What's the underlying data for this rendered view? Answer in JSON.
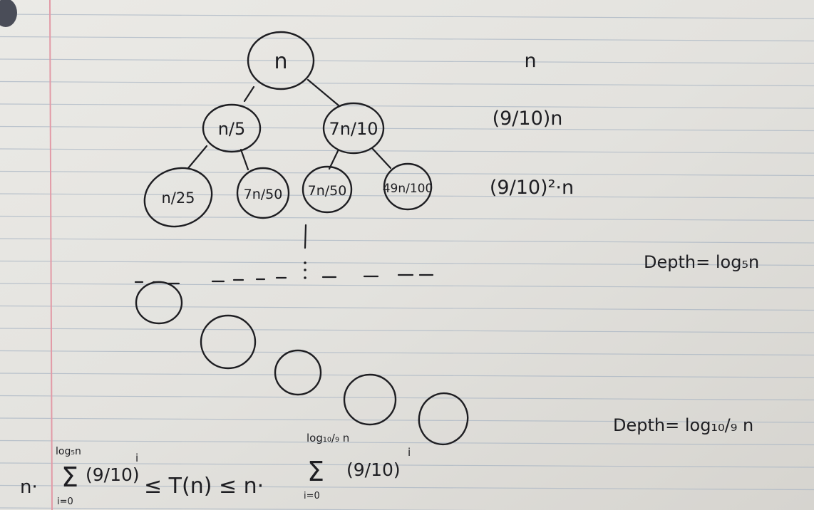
{
  "tree": {
    "root": "n",
    "level1": [
      "n/5",
      "7n/10"
    ],
    "level2": [
      "n/25",
      "7n/50",
      "7n/50",
      "49n/100"
    ]
  },
  "level_costs": [
    "n",
    "(9/10)n",
    "(9/10)²·n"
  ],
  "depth_short": "Depth= log₅n",
  "depth_long": "Depth= log₁₀/₉ n",
  "inequality": {
    "left_prefix": "n·",
    "left_upper": "log₅n",
    "left_lower": "i=0",
    "left_term": "(9/10)",
    "exponent": "i",
    "middle": "≤ T(n) ≤ n·",
    "right_upper": "log₁₀/₉ n",
    "right_lower": "i=0",
    "right_term": "(9/10)"
  }
}
